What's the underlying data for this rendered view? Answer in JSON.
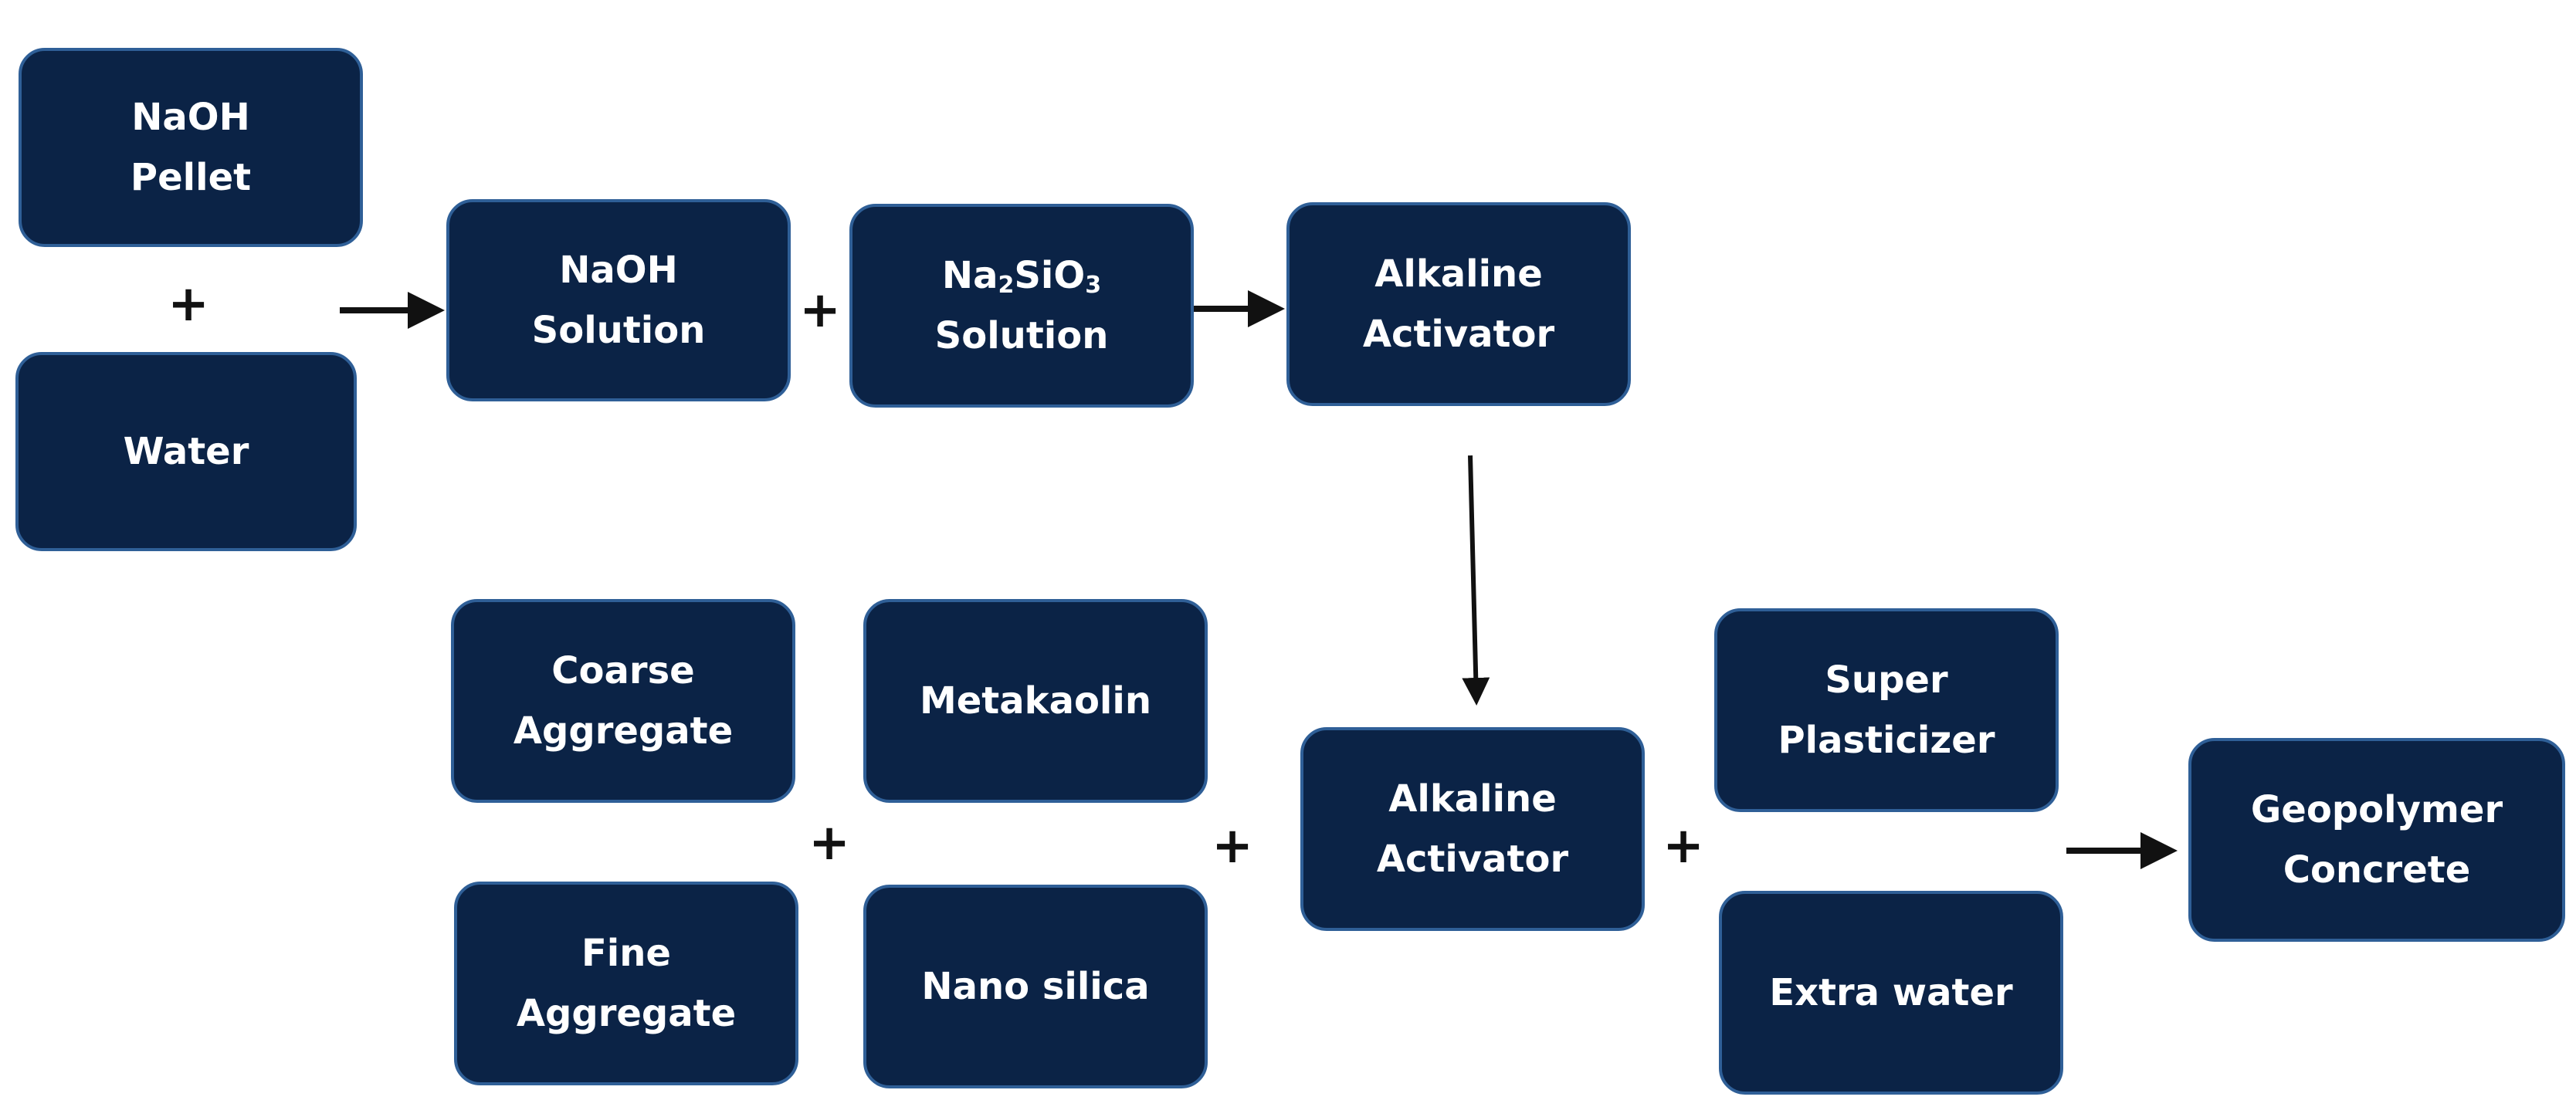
{
  "nodes": {
    "naoh_pellet": {
      "line1": "NaOH",
      "line2": "Pellet"
    },
    "water": {
      "line1": "Water"
    },
    "naoh_solution": {
      "line1": "NaOH",
      "line2": "Solution"
    },
    "na2sio3_solution": {
      "line1_prefix": "Na",
      "line1_sub1": "2",
      "line1_mid": "SiO",
      "line1_sub2": "3",
      "line2": "Solution"
    },
    "alkaline_activator_top": {
      "line1": "Alkaline",
      "line2": "Activator"
    },
    "coarse_aggregate": {
      "line1": "Coarse",
      "line2": "Aggregate"
    },
    "fine_aggregate": {
      "line1": "Fine",
      "line2": "Aggregate"
    },
    "metakaolin": {
      "line1": "Metakaolin"
    },
    "nano_silica": {
      "line1": "Nano silica"
    },
    "alkaline_activator_bottom": {
      "line1": "Alkaline",
      "line2": "Activator"
    },
    "super_plasticizer": {
      "line1": "Super",
      "line2": "Plasticizer"
    },
    "extra_water": {
      "line1": "Extra water"
    },
    "geopolymer_concrete": {
      "line1": "Geopolymer",
      "line2": "Concrete"
    }
  },
  "operators": {
    "plus": "+"
  },
  "colors": {
    "box_fill": "#0b2346",
    "box_border": "#2f5f97",
    "text": "#ffffff",
    "arrow": "#111111"
  }
}
